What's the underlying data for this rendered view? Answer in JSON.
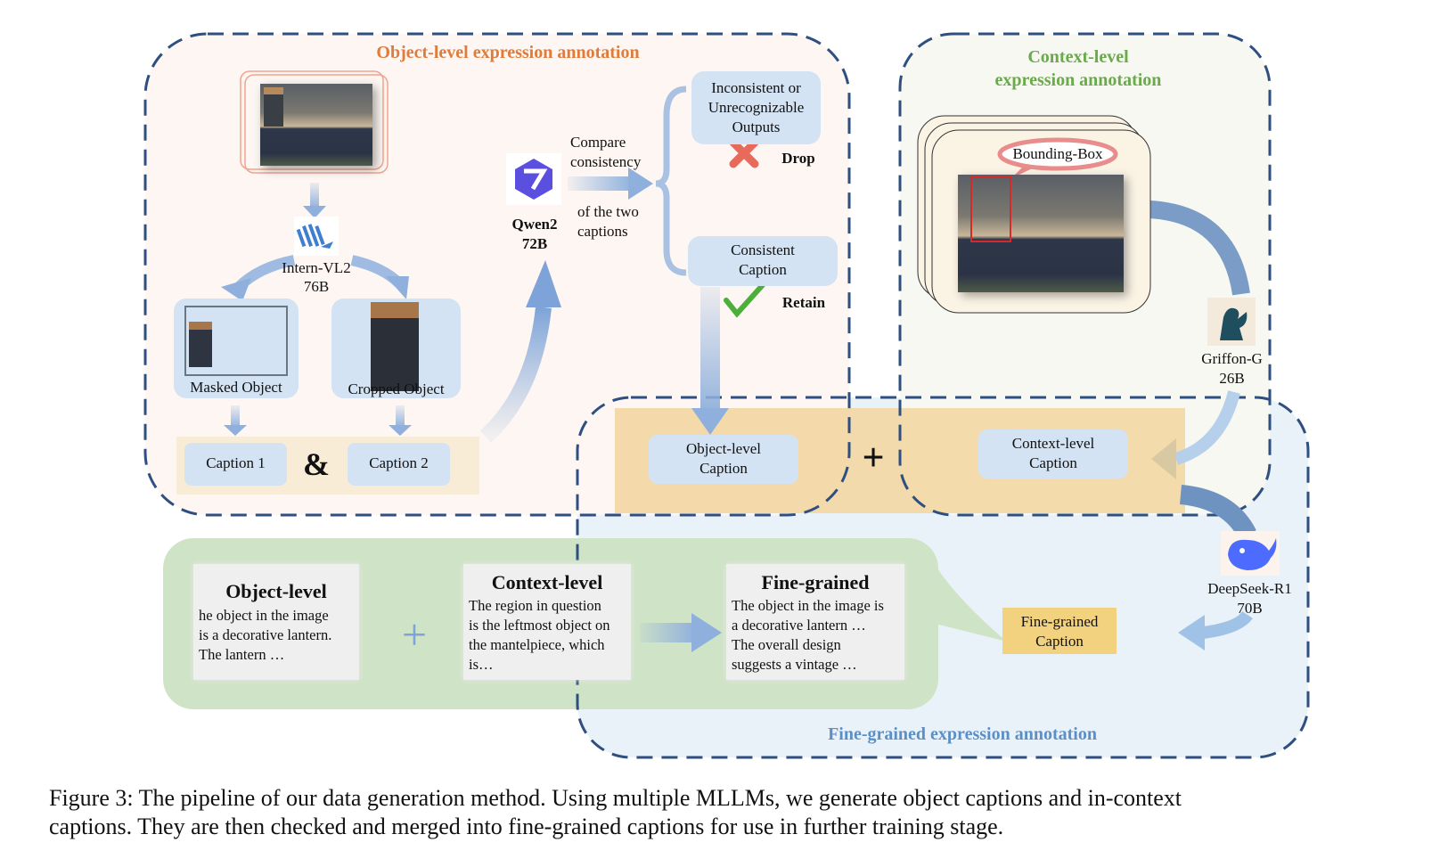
{
  "sections": {
    "object_level": {
      "title": "Object-level expression annotation",
      "color": "#e07b3a"
    },
    "context_level": {
      "title_line1": "Context-level",
      "title_line2": "expression annotation",
      "color": "#6aaa4b"
    },
    "fine_grained": {
      "title": "Fine-grained expression annotation",
      "color": "#5b8fc8"
    }
  },
  "models": {
    "intern": {
      "name": "Intern-VL2",
      "size": "76B",
      "icon": "intern-vl-logo-icon"
    },
    "qwen": {
      "name": "Qwen2",
      "size": "72B",
      "icon": "qwen-logo-icon"
    },
    "griffon": {
      "name": "Griffon-G",
      "size": "26B",
      "icon": "griffon-logo-icon"
    },
    "deepseek": {
      "name": "DeepSeek-R1",
      "size": "70B",
      "icon": "deepseek-logo-icon"
    }
  },
  "object_level": {
    "masked_label": "Masked Object",
    "cropped_label": "Cropped Object",
    "caption1": "Caption 1",
    "caption2": "Caption 2",
    "ampersand": "&",
    "compare_line1": "Compare",
    "compare_line2": "consistency",
    "compare_line3": "of the two",
    "compare_line4": "captions",
    "inconsistent_line1": "Inconsistent or",
    "inconsistent_line2": "Unrecognizable",
    "inconsistent_line3": "Outputs",
    "drop_label": "Drop",
    "consistent_line1": "Consistent",
    "consistent_line2": "Caption",
    "retain_label": "Retain"
  },
  "context_level": {
    "bbox_label": "Bounding-Box"
  },
  "merge": {
    "object_caption_line1": "Object-level",
    "object_caption_line2": "Caption",
    "plus": "+",
    "context_caption_line1": "Context-level",
    "context_caption_line2": "Caption"
  },
  "examples": {
    "object": {
      "title": "Object-level",
      "lines": [
        "he object in the image",
        "is a decorative lantern.",
        "The lantern …"
      ]
    },
    "plus": "+",
    "context": {
      "title": "Context-level",
      "lines": [
        "The region in question",
        "is the leftmost object on",
        "the mantelpiece, which",
        "is…"
      ]
    },
    "fine": {
      "title": "Fine-grained",
      "lines": [
        "The object in the image is",
        "a decorative lantern …",
        "The overall design",
        "suggests a vintage …"
      ]
    }
  },
  "fine_caption": {
    "line1": "Fine-grained",
    "line2": "Caption"
  },
  "figure_caption": {
    "line1": "Figure 3: The pipeline of our data generation method. Using multiple MLLMs, we generate object captions and in-context",
    "line2": "captions. They are then checked and merged into fine-grained captions for use in further training stage."
  },
  "colors": {
    "dash": "#2f4f80",
    "object_bg": "#fdf6f2",
    "context_bg": "#f5f8f0",
    "fine_bg": "#eaf2f9",
    "orange_band": "#f3d7a3",
    "green_panel": "#cfe3c6",
    "blue_box": "#d3e3f3",
    "fine_caption_box": "#f2d27e",
    "arrow_blue": "#8fb0dc"
  }
}
